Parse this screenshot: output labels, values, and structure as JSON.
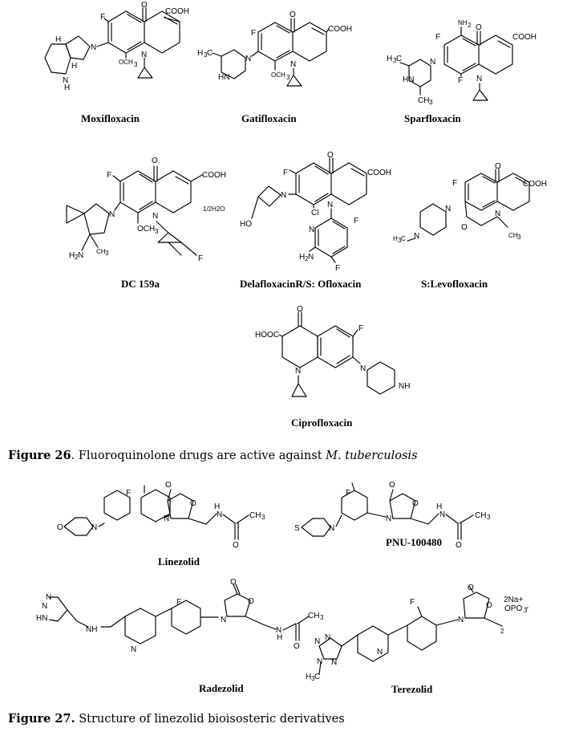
{
  "figure26": {
    "label": "Figure 26",
    "text": ". Fluoroquinolone drugs are active against ",
    "organism": "M. tuberculosis",
    "compounds": [
      {
        "name": "Moxifloxacin"
      },
      {
        "name": "Gatifloxacin"
      },
      {
        "name": "Sparfloxacin"
      },
      {
        "name": "DC 159a"
      },
      {
        "name": "DelafloxacinR/S: Ofloxacin"
      },
      {
        "name": "S:Levofloxacin"
      },
      {
        "name": "Ciprofloxacin"
      }
    ],
    "dc159a_hydrate": "1/2H2O"
  },
  "figure27": {
    "label": "Figure 27.",
    "text": " Structure of linezolid bioisosteric derivatives",
    "compounds": [
      {
        "name": "Linezolid"
      },
      {
        "name": "PNU-100480"
      },
      {
        "name": "Radezolid"
      },
      {
        "name": "Terezolid"
      }
    ],
    "terezolid_salt": "2Na+"
  }
}
